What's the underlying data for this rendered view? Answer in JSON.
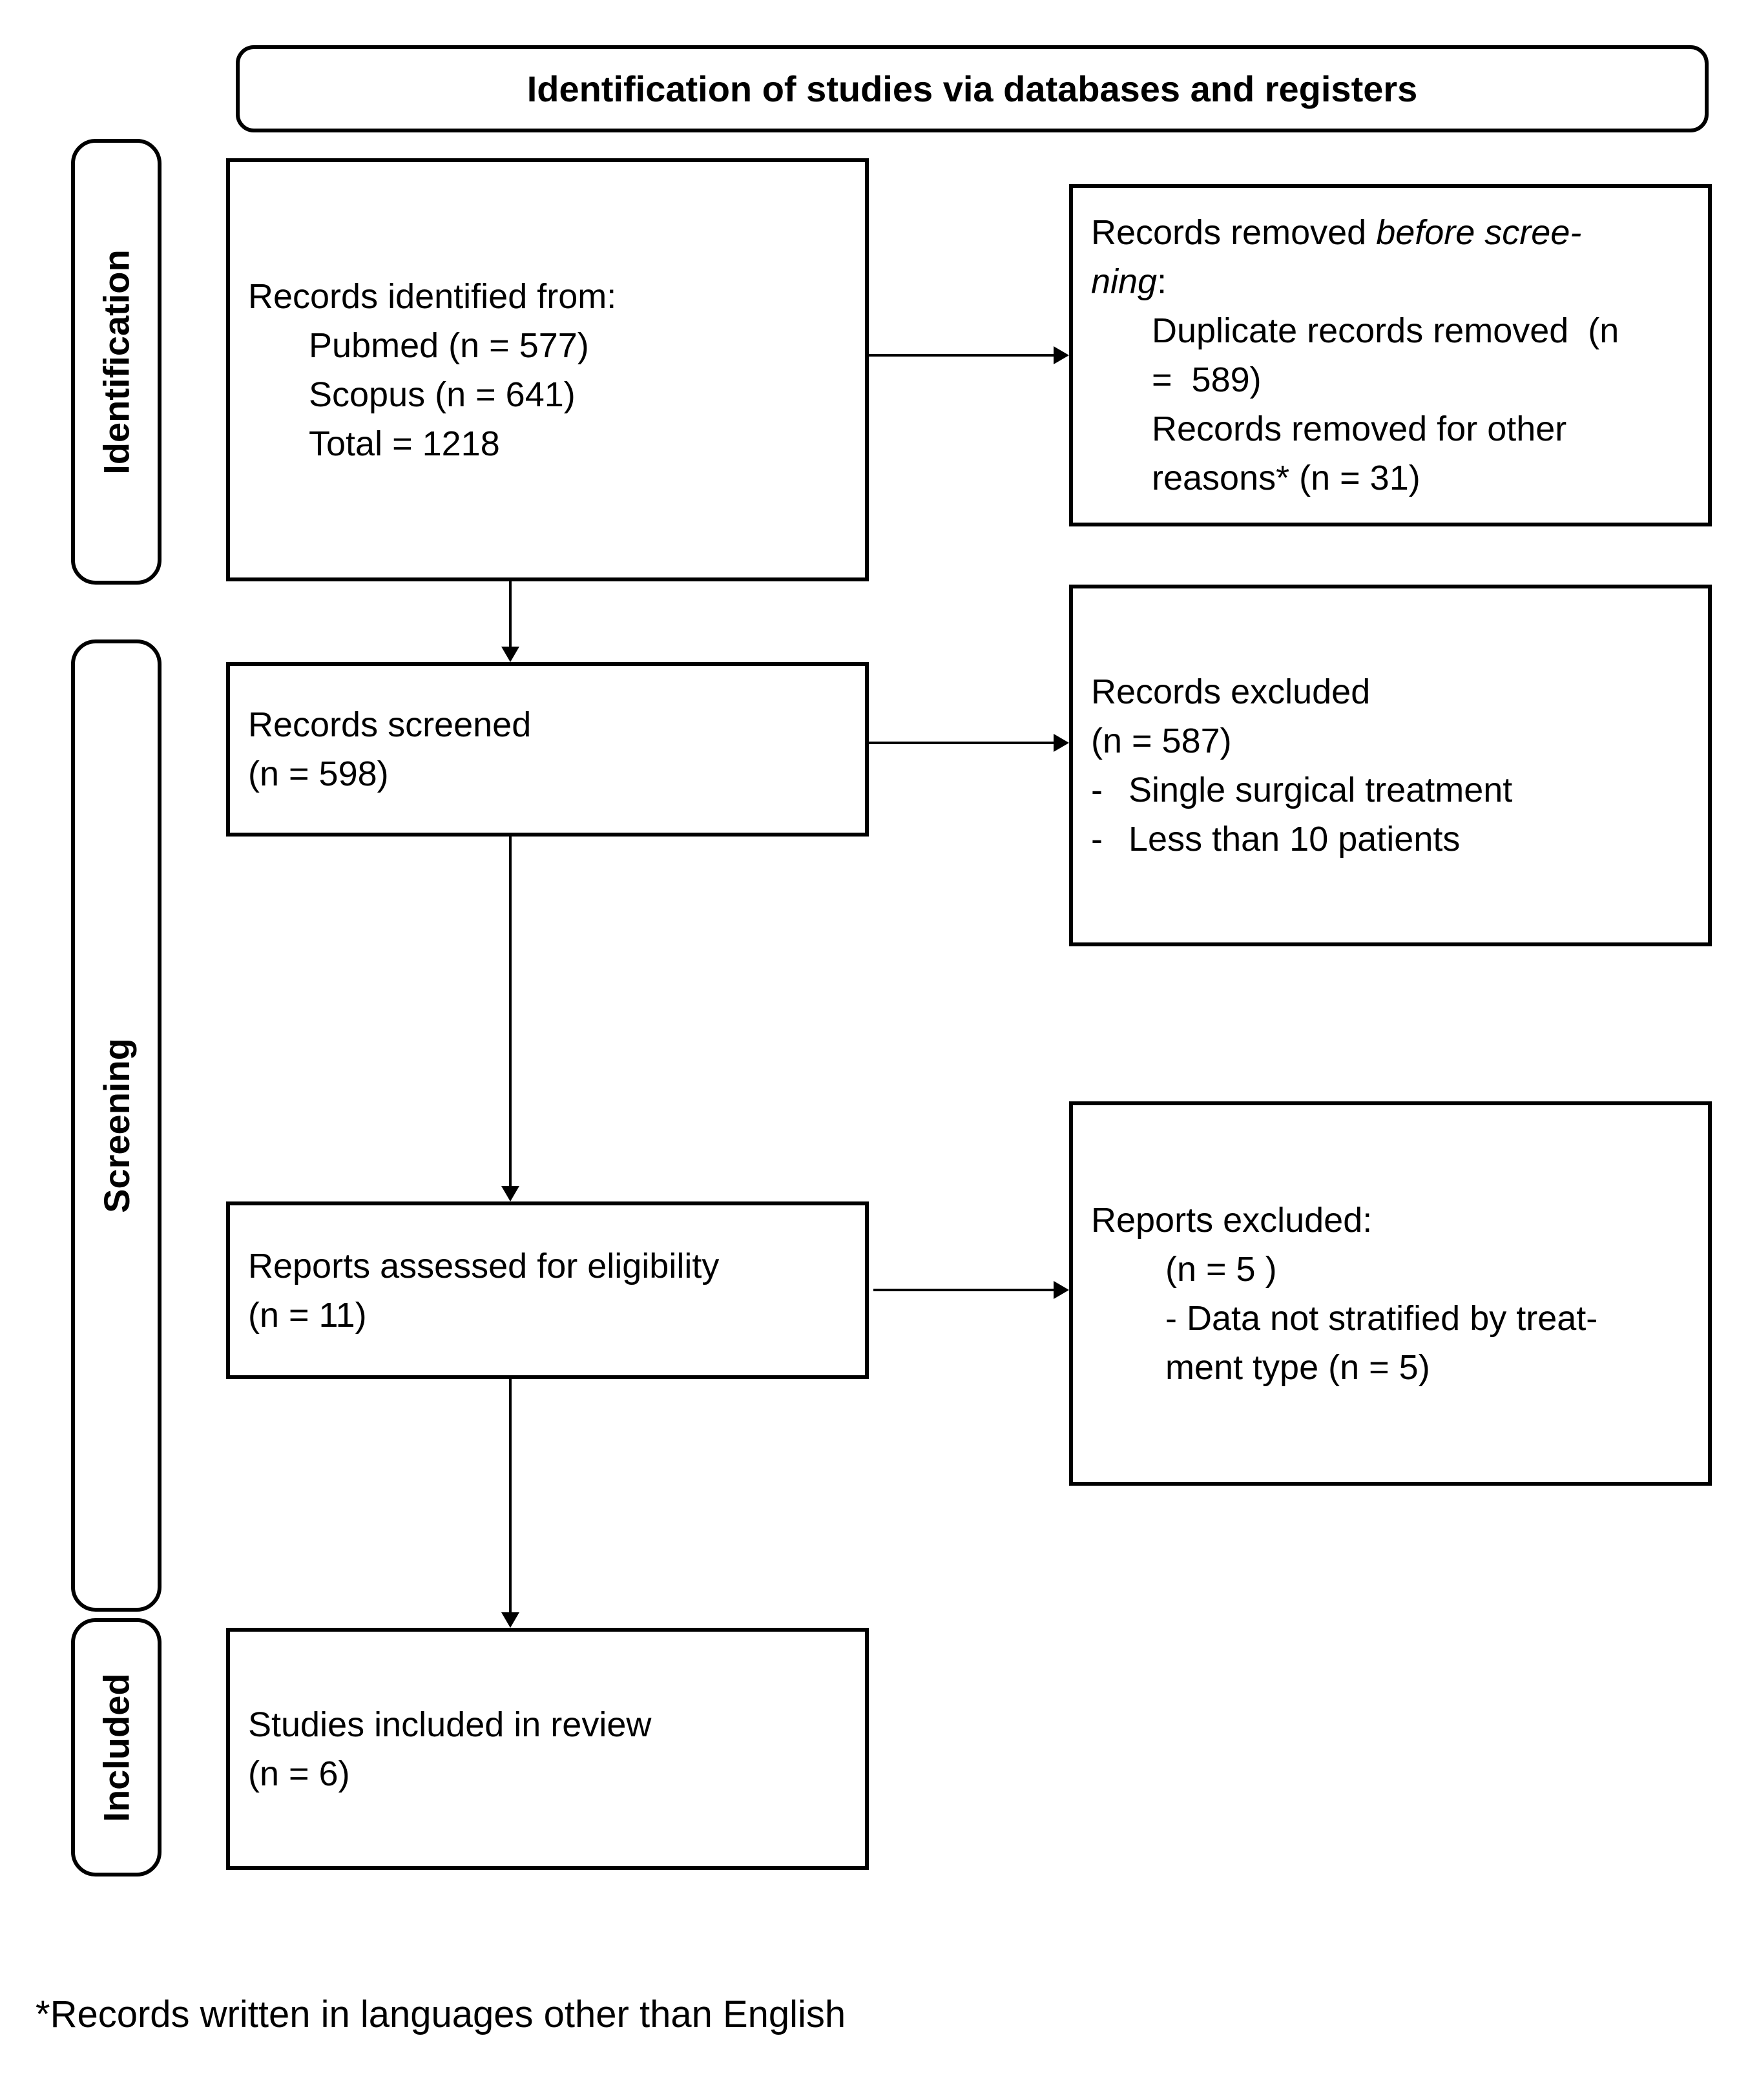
{
  "title": "Identification of studies via databases and registers",
  "colors": {
    "line": "#000000",
    "background": "#ffffff"
  },
  "sidebar": {
    "identification": "Identification",
    "screening": "Screening",
    "included": "Included"
  },
  "boxes": {
    "records_identified": {
      "line1": "Records identified from:",
      "line2": "Pubmed (n = 577)",
      "line3": "Scopus (n = 641)",
      "line4": "Total = 1218"
    },
    "records_removed": {
      "line1_normal": "Records removed ",
      "line1_italic": "before scree-",
      "line2_italic": "ning",
      "line2_normal": ":",
      "line3": "Duplicate records removed  (n",
      "line4": "=  589)",
      "line5": "Records removed for other",
      "line6": "reasons* (n = 31)"
    },
    "records_screened": {
      "line1": "Records screened",
      "line2": "(n = 598)"
    },
    "records_excluded": {
      "line1": "Records excluded",
      "line2": "(n = 587)",
      "bullet_marker": "-",
      "bullet1": "Single surgical treatment",
      "bullet2": "Less than 10 patients"
    },
    "reports_assessed": {
      "line1": "Reports assessed for eligibility",
      "line2": "(n = 11)"
    },
    "reports_excluded": {
      "line1": "Reports excluded:",
      "line2": "(n = 5 )",
      "line3": "- Data not stratified by treat-",
      "line4": "ment type (n = 5)"
    },
    "studies_included": {
      "line1": "Studies included in review",
      "line2": "(n = 6)"
    }
  },
  "footnote": "*Records written in languages other than English"
}
